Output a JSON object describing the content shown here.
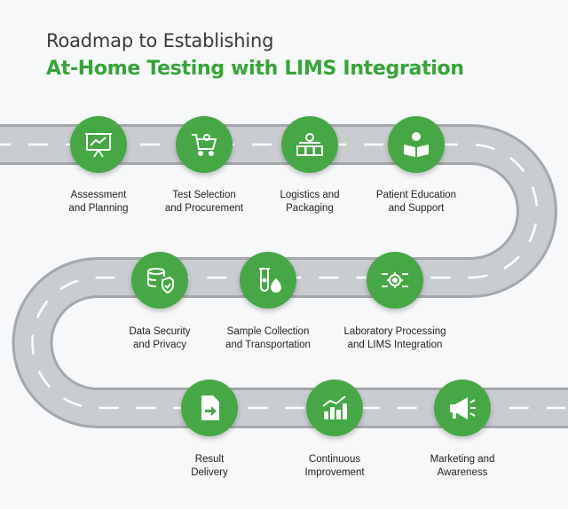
{
  "header": {
    "title_line1": "Roadmap to Establishing",
    "title_line2": "At-Home Testing with LIMS Integration"
  },
  "colors": {
    "accent": "#45a845",
    "road": "#c5c9cc",
    "road_edge": "#9ea3a7",
    "title_green": "#35a535"
  },
  "steps": [
    {
      "line1": "Assessment",
      "line2": "and Planning",
      "icon": "presentation-board-icon"
    },
    {
      "line1": "Test Selection",
      "line2": "and Procurement",
      "icon": "shopping-cart-gear-icon"
    },
    {
      "line1": "Logistics and",
      "line2": "Packaging",
      "icon": "packages-gear-icon"
    },
    {
      "line1": "Patient Education",
      "line2": "and Support",
      "icon": "reader-book-icon"
    },
    {
      "line1": "Laboratory Processing",
      "line2": "and LIMS Integration",
      "icon": "gear-network-icon"
    },
    {
      "line1": "Sample Collection",
      "line2": "and Transportation",
      "icon": "test-tube-drop-icon"
    },
    {
      "line1": "Data Security",
      "line2": "and Privacy",
      "icon": "database-shield-icon"
    },
    {
      "line1": "Result",
      "line2": "Delivery",
      "icon": "document-arrow-icon"
    },
    {
      "line1": "Continuous",
      "line2": "Improvement",
      "icon": "bar-chart-growth-icon"
    },
    {
      "line1": "Marketing and",
      "line2": "Awareness",
      "icon": "megaphone-icon"
    }
  ]
}
